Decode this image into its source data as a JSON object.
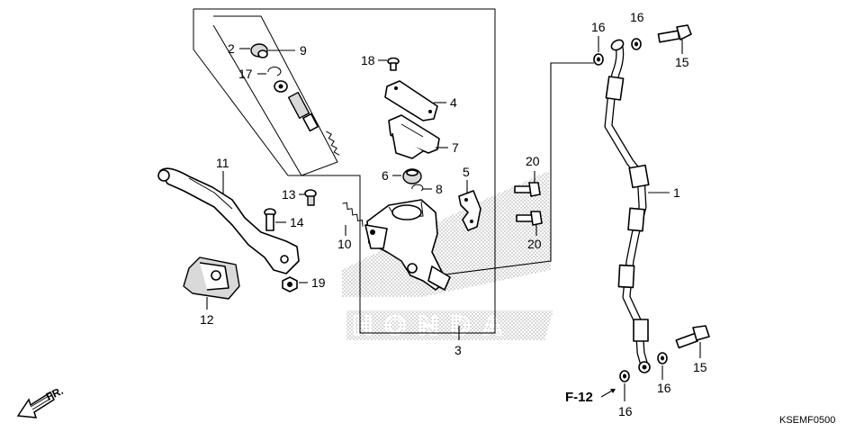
{
  "diagram": {
    "drawing_code": "KSEMF0500",
    "forward_label": "FR.",
    "cross_reference": "F-12",
    "part_numbers": {
      "p1": "1",
      "p2": "2",
      "p3": "3",
      "p4": "4",
      "p5": "5",
      "p6": "6",
      "p7": "7",
      "p8": "8",
      "p9": "9",
      "p10": "10",
      "p11": "11",
      "p12": "12",
      "p13": "13",
      "p14": "14",
      "p15_top": "15",
      "p15_bottom": "15",
      "p16_top_left": "16",
      "p16_top_right": "16",
      "p16_bottom_right": "16",
      "p16_bottom_left": "16",
      "p17": "17",
      "p18": "18",
      "p19": "19",
      "p20_top": "20",
      "p20_bottom": "20"
    },
    "watermark": "HONDA"
  }
}
